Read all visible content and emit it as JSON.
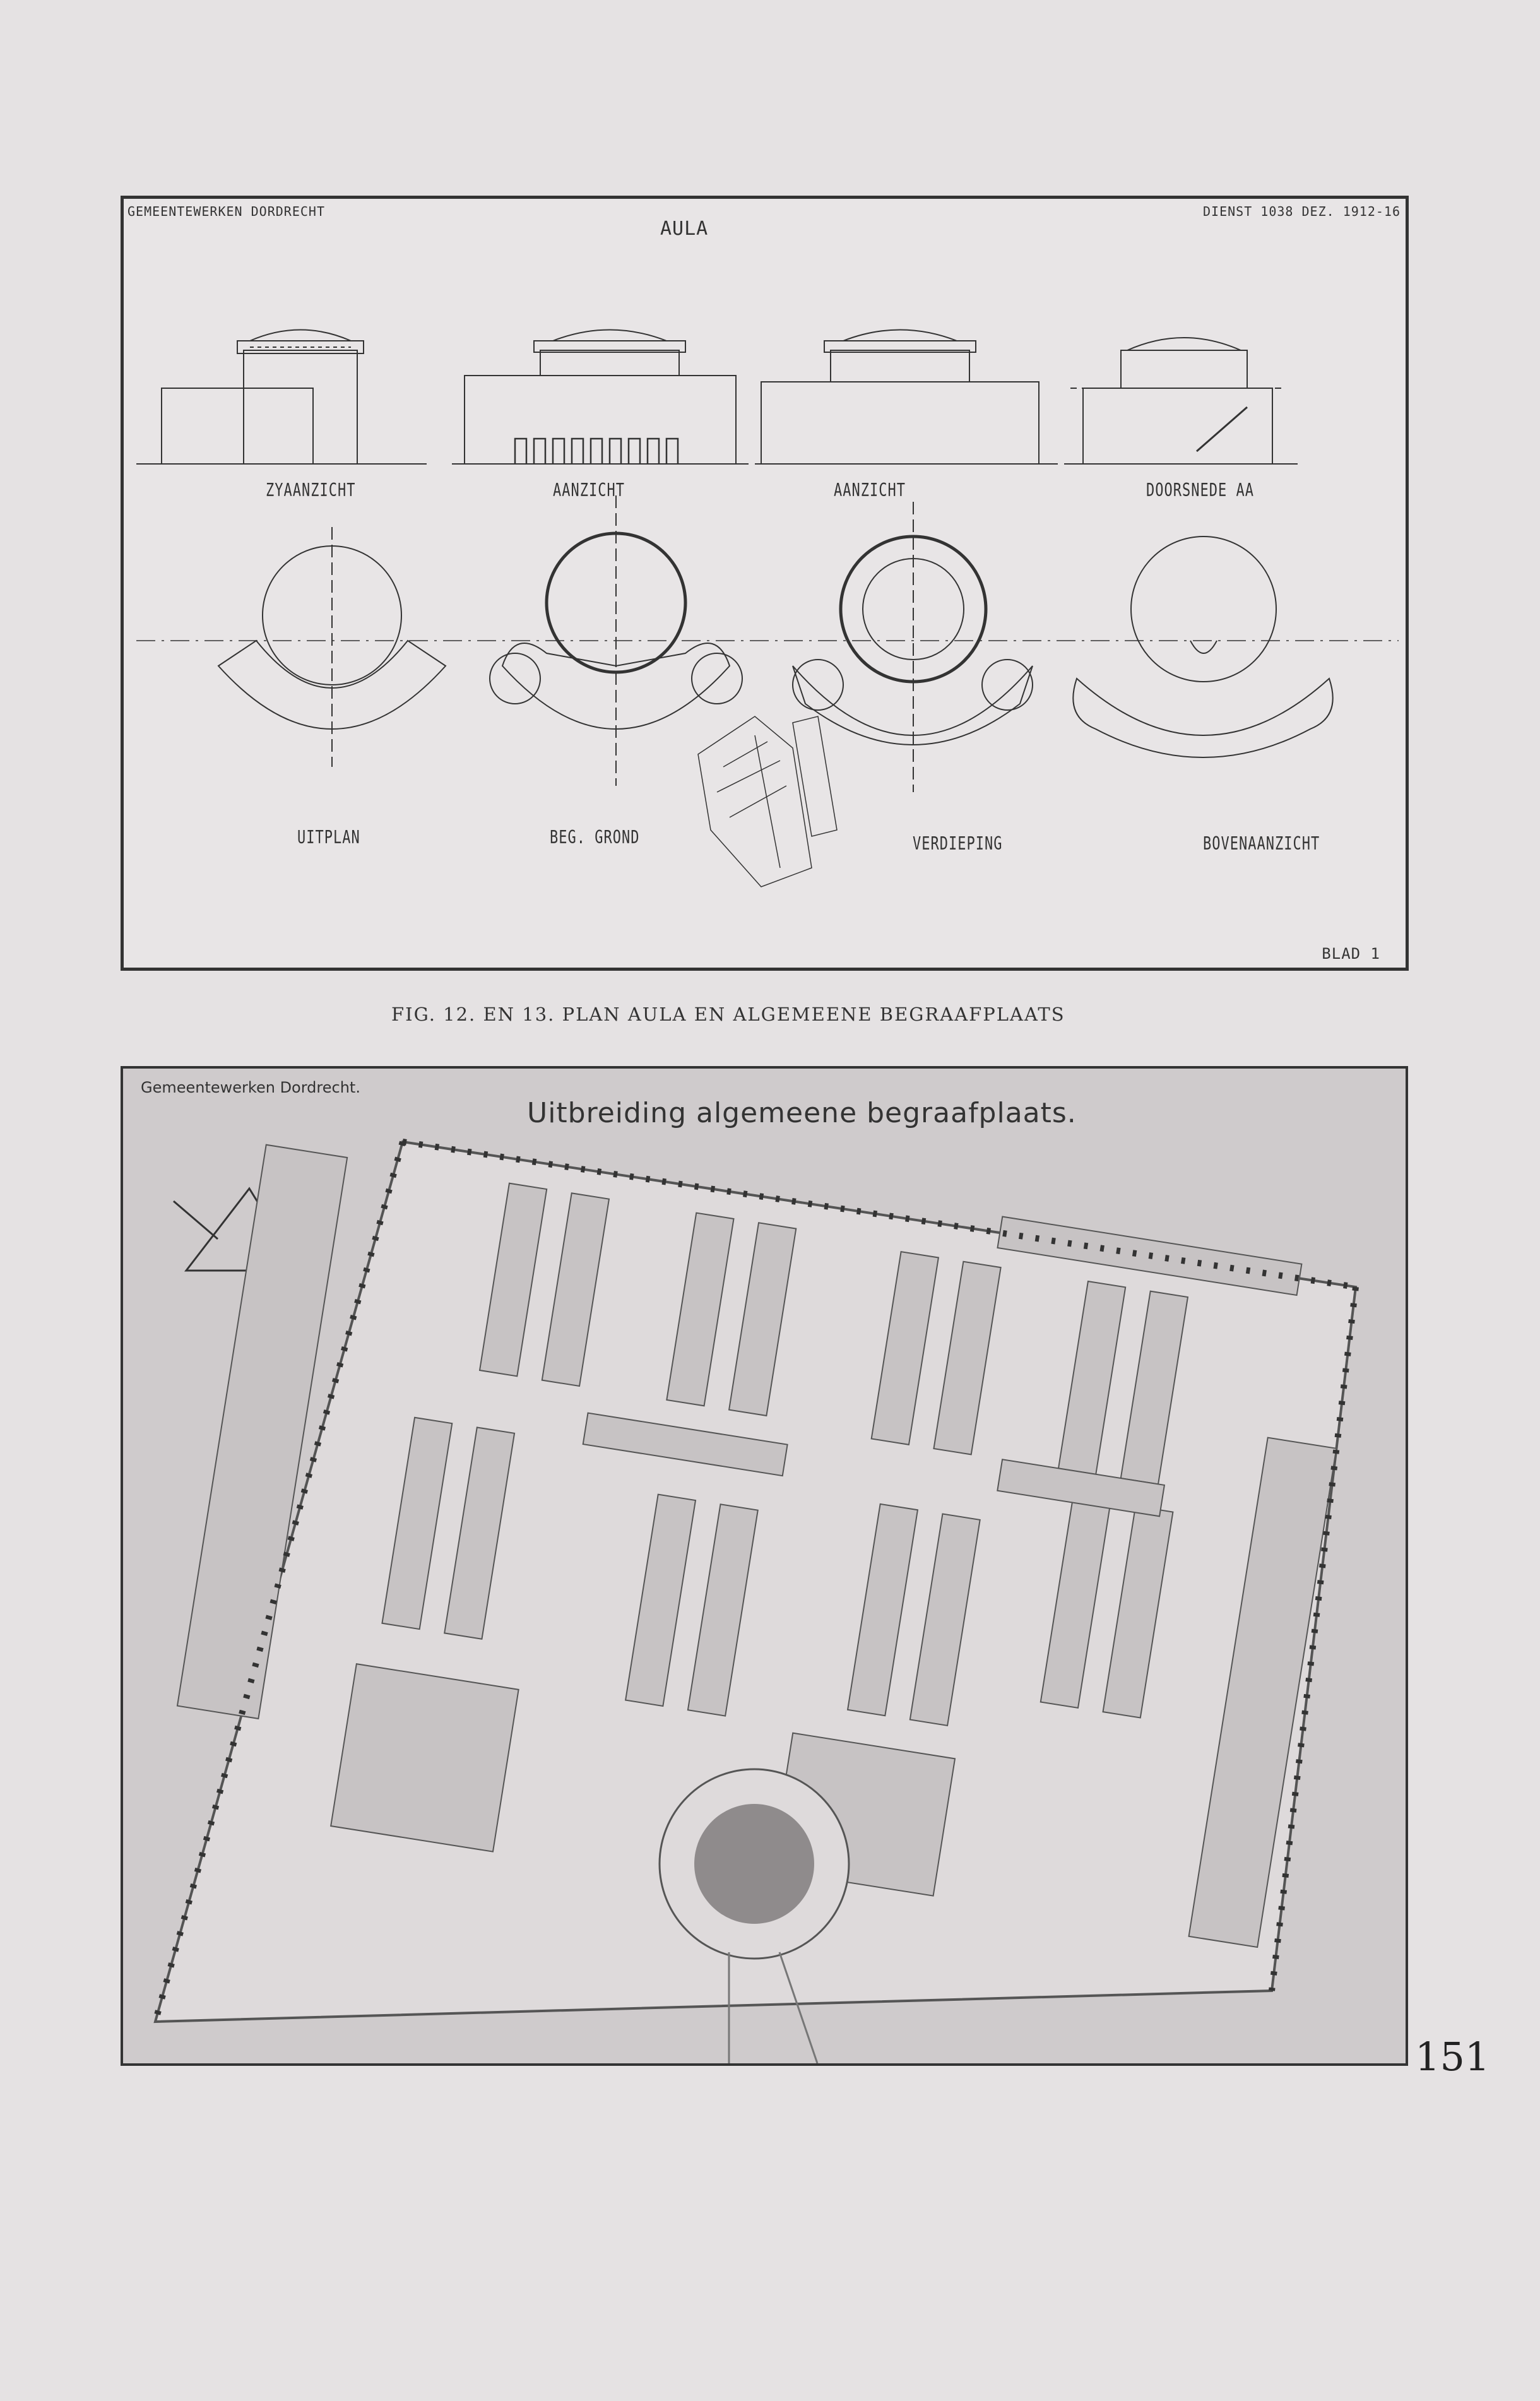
{
  "figure_top": {
    "office": "GEMEENTEWERKEN DORDRECHT",
    "title": "AULA",
    "stamp": "DIENST 1038 DEZ. 1912-16",
    "sheet": "BLAD 1",
    "elevation_labels": [
      "ZYAANZICHT",
      "AANZICHT",
      "AANZICHT",
      "DOORSNEDE AA"
    ],
    "plan_labels": [
      "UITPLAN",
      "BEG. GROND",
      "VERDIEPING",
      "BOVENAANZICHT"
    ]
  },
  "caption": "FIG. 12. EN 13. PLAN AULA EN ALGEMEENE BEGRAAFPLAATS",
  "figure_bottom": {
    "office": "Gemeentewerken Dordrecht.",
    "title": "Uitbreiding algemeene begraafplaats."
  },
  "page_number": "151"
}
